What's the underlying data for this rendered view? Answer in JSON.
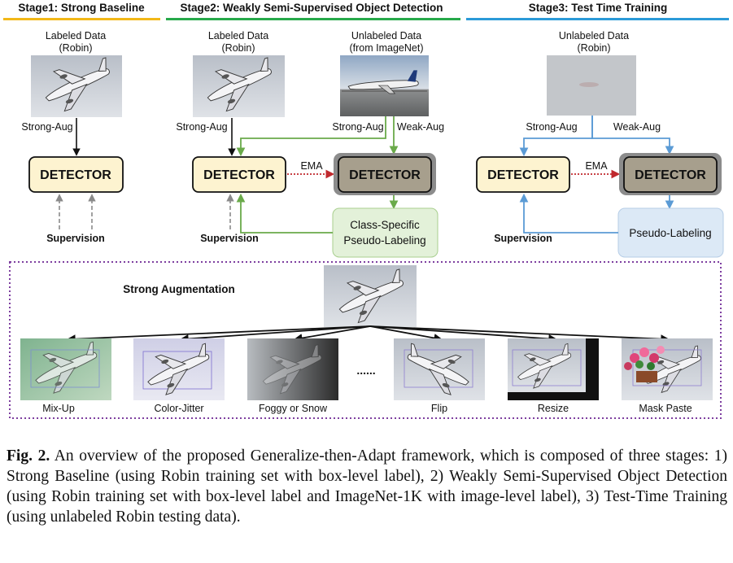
{
  "stages": {
    "s1": {
      "title": "Stage1: Strong Baseline",
      "color": "#f2b818"
    },
    "s2": {
      "title": "Stage2: Weakly Semi-Supervised Object Detection",
      "color": "#27a94a"
    },
    "s3": {
      "title": "Stage3: Test Time Training",
      "color": "#2b9ad8"
    }
  },
  "labels": {
    "labeled_a": "Labeled Data",
    "labeled_b": "(Robin)",
    "unlabeled_a": "Unlabeled Data",
    "unlabeled_b": "(from ImageNet)",
    "unlabeled3_a": "Unlabeled Data",
    "unlabeled3_b": "(Robin)",
    "strong_aug": "Strong-Aug",
    "weak_aug": "Weak-Aug",
    "detector": "DETECTOR",
    "ema": "EMA",
    "supervision": "Supervision",
    "csp_a": "Class-Specific",
    "csp_b": "Pseudo-Labeling",
    "pseudo": "Pseudo-Labeling",
    "strong_augmentation": "Strong Augmentation",
    "ellipsis": "......"
  },
  "aug_items": [
    "Mix-Up",
    "Color-Jitter",
    "Foggy or Snow",
    "Flip",
    "Resize",
    "Mask Paste"
  ],
  "colors": {
    "stage2_arrow": "#6aaa4a",
    "stage3_arrow": "#5b9bd5",
    "ema_arrow": "#c0282d",
    "detector_fill": "#fdf3d0",
    "teacher_fill": "#a79f8d",
    "dotted_box": "#7e3fa0"
  },
  "caption": {
    "label": "Fig. 2.",
    "text": "An overview of the proposed Generalize-then-Adapt framework, which is composed of three stages: 1) Strong Baseline (using Robin training set with box-level label), 2) Weakly Semi-Supervised Object Detection (using Robin training set with box-level label and ImageNet-1K with image-level label), 3) Test-Time Training (using unlabeled Robin testing data)."
  }
}
